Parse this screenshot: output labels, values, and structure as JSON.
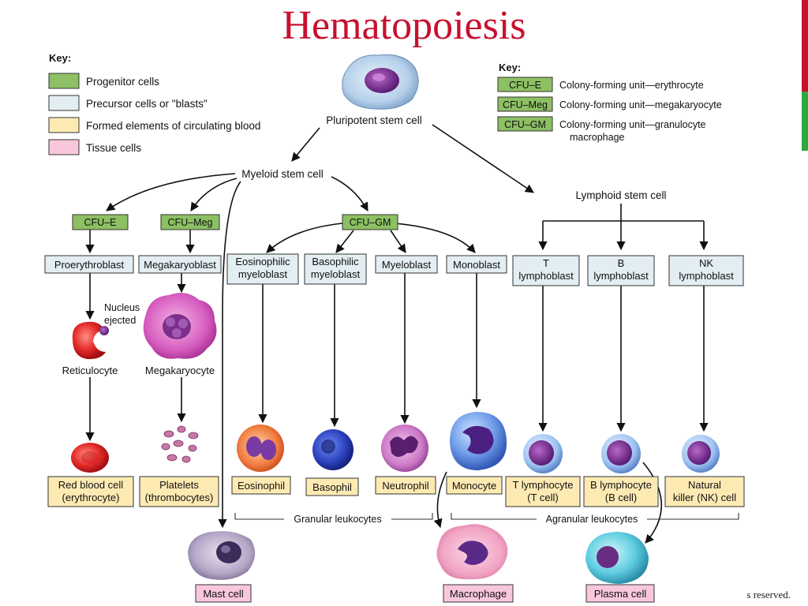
{
  "title": "Hematopoiesis",
  "copyright": "s reserved.",
  "key_left": {
    "heading": "Key:",
    "items": [
      {
        "label": "Progenitor cells",
        "color": "#8cc063"
      },
      {
        "label": "Precursor cells or \"blasts\"",
        "color": "#e3eef2"
      },
      {
        "label": "Formed elements of circulating blood",
        "color": "#fdeab3"
      },
      {
        "label": "Tissue cells",
        "color": "#f9c7dc"
      }
    ]
  },
  "key_right": {
    "heading": "Key:",
    "items": [
      {
        "code": "CFU–E",
        "desc": [
          "Colony-forming unit—erythrocyte"
        ]
      },
      {
        "code": "CFU–Meg",
        "desc": [
          "Colony-forming unit—megakaryocyte"
        ]
      },
      {
        "code": "CFU–GM",
        "desc": [
          "Colony-forming unit—granulocyte",
          "macrophage"
        ]
      }
    ]
  },
  "stem": {
    "pluripotent": "Pluripotent stem cell",
    "myeloid": "Myeloid stem cell",
    "lymphoid": "Lymphoid stem cell"
  },
  "progenitors": [
    "CFU–E",
    "CFU–Meg",
    "CFU–GM"
  ],
  "blasts": [
    [
      "Proerythroblast"
    ],
    [
      "Megakaryoblast"
    ],
    [
      "Eosinophilic",
      "myeloblast"
    ],
    [
      "Basophilic",
      "myeloblast"
    ],
    [
      "Myeloblast"
    ],
    [
      "Monoblast"
    ],
    [
      "T",
      "lymphoblast"
    ],
    [
      "B",
      "lymphoblast"
    ],
    [
      "NK",
      "lymphoblast"
    ]
  ],
  "intermediate": {
    "nucleus_ejected": [
      "Nucleus",
      "ejected"
    ],
    "reticulocyte": "Reticulocyte",
    "megakaryocyte": "Megakaryocyte"
  },
  "formed": [
    [
      "Red blood cell",
      "(erythrocyte)"
    ],
    [
      "Platelets",
      "(thrombocytes)"
    ],
    [
      "Eosinophil"
    ],
    [
      "Basophil"
    ],
    [
      "Neutrophil"
    ],
    [
      "Monocyte"
    ],
    [
      "T lymphocyte",
      "(T cell)"
    ],
    [
      "B lymphocyte",
      "(B cell)"
    ],
    [
      "Natural",
      "killer (NK) cell"
    ]
  ],
  "groups": {
    "granular": "Granular leukocytes",
    "agranular": "Agranular leukocytes"
  },
  "tissue": [
    "Mast cell",
    "Macrophage",
    "Plasma cell"
  ],
  "colors": {
    "title": "#c8102e",
    "progenitor": "#8cc063",
    "precursor": "#e3eef2",
    "formed": "#fdeab3",
    "tissue": "#f9c7dc",
    "side_bar_red": "#c8102e",
    "side_bar_green": "#2eaa3a"
  }
}
